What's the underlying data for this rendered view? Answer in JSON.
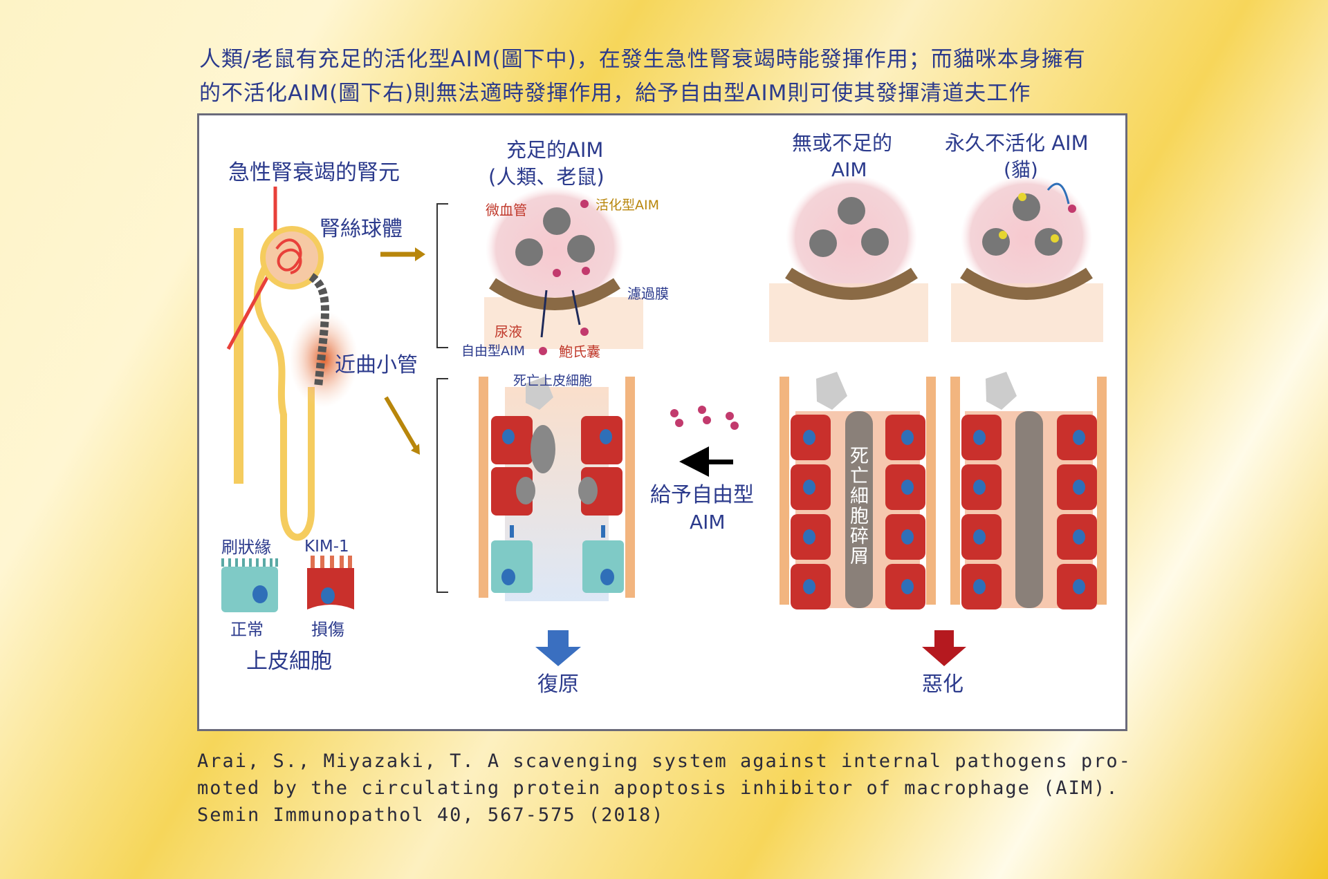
{
  "header": {
    "line1": "人類/老鼠有充足的活化型AIM(圖下中)，在發生急性腎衰竭時能發揮作用；而貓咪本身擁有",
    "line2": "的不活化AIM(圖下右)則無法適時發揮作用，給予自由型AIM則可使其發揮清道夫工作"
  },
  "diagram": {
    "nephron_title": "急性腎衰竭的腎元",
    "glomerulus": "腎絲球體",
    "proximal_tubule": "近曲小管",
    "sufficient_title": "充足的AIM",
    "sufficient_subtitle": "(人類、老鼠)",
    "capillary": "微血管",
    "active_aim": "活化型AIM",
    "filtration_membrane": "濾過膜",
    "urine": "尿液",
    "free_aim": "自由型AIM",
    "bowman_capsule": "鮑氏囊",
    "dead_epithelial": "死亡上皮細胞",
    "insufficient_title": "無或不足的",
    "insufficient_subtitle": "AIM",
    "inactive_title": "永久不活化 AIM",
    "inactive_subtitle": "(貓)",
    "give_free_aim": "給予自由型",
    "give_free_aim2": "AIM",
    "debris": "死亡細胞碎屑",
    "brush_border": "刷狀緣",
    "kim1": "KIM-1",
    "normal": "正常",
    "injured": "損傷",
    "epithelial_cells": "上皮細胞",
    "recovery": "復原",
    "worsen": "惡化"
  },
  "citation": {
    "line1": "Arai, S., Miyazaki, T. A scavenging system against internal pathogens pro-",
    "line2": "moted by the circulating protein apoptosis inhibitor of macrophage (AIM).",
    "line3": "Semin Immunopathol 40, 567-575 (2018)"
  },
  "colors": {
    "text": "#2b3a8c",
    "cell_red": "#c9302c",
    "nucleus": "#2f6fb8",
    "normal_cell": "#7fcac6",
    "recovery_arrow": "#3a6fc0",
    "worsen_arrow": "#b5191f"
  }
}
